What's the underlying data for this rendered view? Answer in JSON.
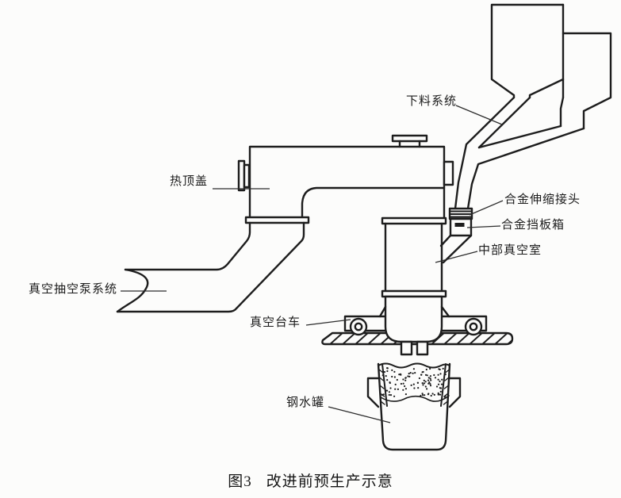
{
  "figure": {
    "caption_number": "图3",
    "caption_title": "改进前预生产示意"
  },
  "labels": {
    "feeding_system": "下料系统",
    "hot_top_cover": "热顶盖",
    "alloy_expansion_joint": "合金伸缩接头",
    "alloy_baffle_box": "合金挡板箱",
    "middle_vacuum_chamber": "中部真空室",
    "vacuum_pump_system": "真空抽空泵系统",
    "vacuum_trolley": "真空台车",
    "steel_ladle": "钢水罐"
  },
  "colors": {
    "ink": "#1d1d1d",
    "leader": "#2d2d2d",
    "background": "#fcfcfb"
  }
}
